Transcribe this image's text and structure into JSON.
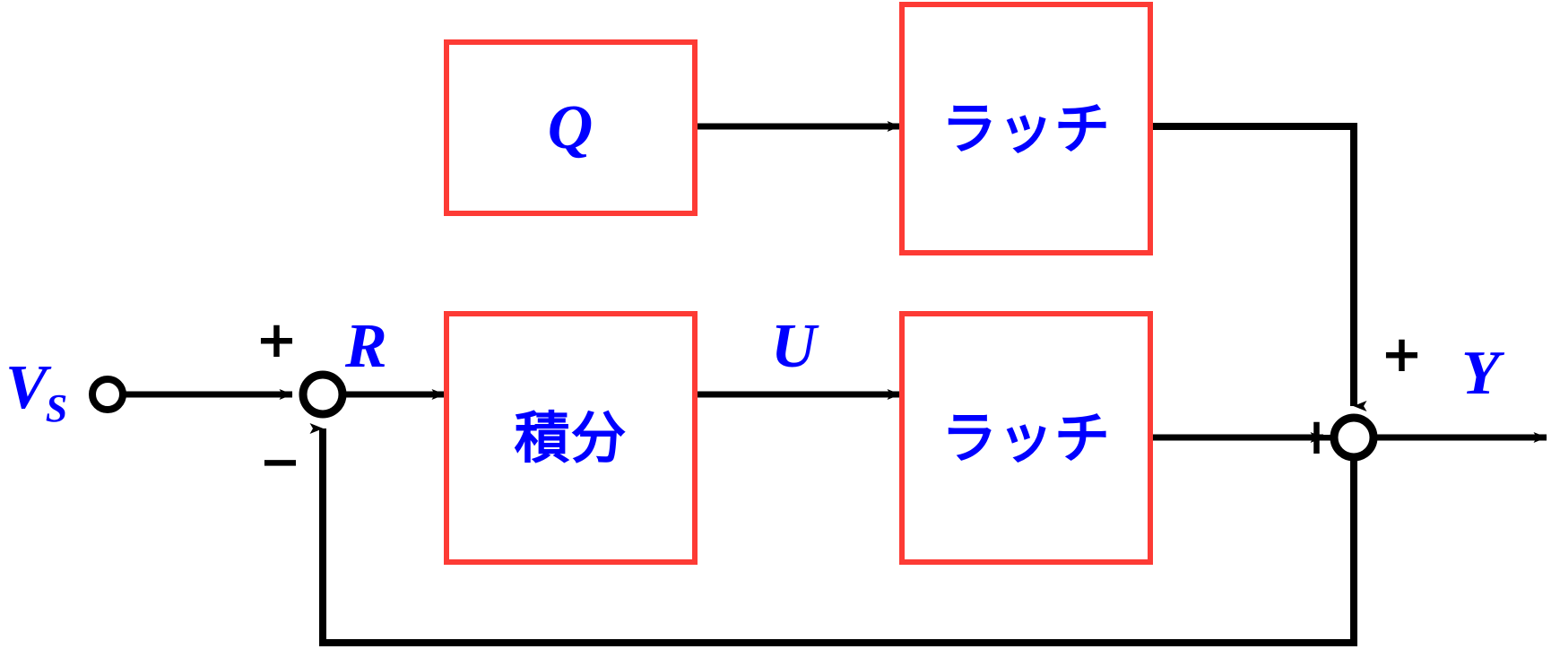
{
  "diagram": {
    "title": "Feedback control block diagram with latches",
    "colors": {
      "block_border": "#fd3b35",
      "label_text": "#0000ff",
      "wire": "#000000",
      "background": "#ffffff"
    },
    "blocks": [
      {
        "id": "q",
        "label": "Q",
        "script": "latin"
      },
      {
        "id": "latch_top",
        "label": "ラッチ",
        "script": "japanese"
      },
      {
        "id": "integrator",
        "label": "積分",
        "script": "japanese"
      },
      {
        "id": "latch_bottom",
        "label": "ラッチ",
        "script": "japanese"
      }
    ],
    "signals": {
      "input": "V",
      "input_subscript": "S",
      "error": "R",
      "control": "U",
      "output": "Y"
    },
    "signs": {
      "sum1_plus": "+",
      "sum1_minus": "−",
      "sum2_plus_top": "+",
      "sum2_plus_bottom": "+"
    },
    "nodes": {
      "input_terminal": "input-terminal-circle",
      "summing_junction_1": "summing-junction-error",
      "summing_junction_2": "summing-junction-output"
    }
  }
}
